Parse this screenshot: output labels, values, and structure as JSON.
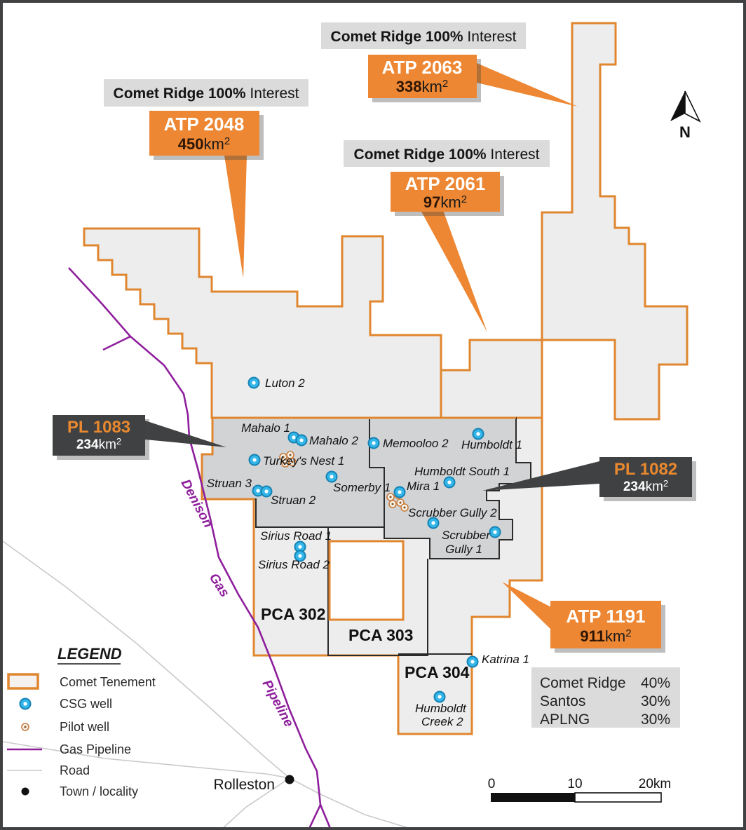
{
  "callouts": {
    "interest_west": {
      "bold": "Comet Ridge 100%",
      "normal": " Interest"
    },
    "interest_top": {
      "bold": "Comet Ridge 100%",
      "normal": " Interest"
    },
    "interest_mid": {
      "bold": "Comet Ridge 100%",
      "normal": " Interest"
    },
    "atp2048": {
      "title": "ATP 2048",
      "area": "450",
      "unit": "km",
      "sup": "2"
    },
    "atp2063": {
      "title": "ATP 2063",
      "area": "338",
      "unit": "km",
      "sup": "2"
    },
    "atp2061": {
      "title": "ATP 2061",
      "area": "97",
      "unit": "km",
      "sup": "2"
    },
    "atp1191": {
      "title": "ATP 1191",
      "area": "911",
      "unit": "km",
      "sup": "2"
    },
    "pl1083": {
      "title": "PL 1083",
      "area": "234",
      "unit": "km",
      "sup": "2"
    },
    "pl1082": {
      "title": "PL 1082",
      "area": "234",
      "unit": "km",
      "sup": "2"
    }
  },
  "wells": {
    "luton2": "Luton 2",
    "mahalo1": "Mahalo 1",
    "mahalo2": "Mahalo 2",
    "turkeys_nest1": "Turkey's Nest 1",
    "struan3": "Struan 3",
    "struan2": "Struan 2",
    "somerby1": "Somerby 1",
    "memooloo2": "Memooloo 2",
    "humboldt1": "Humboldt 1",
    "humboldt_south1": "Humboldt South 1",
    "mira1": "Mira 1",
    "scrubber_gully2": "Scrubber Gully 2",
    "scrubber_gully1_line1": "Scrubber",
    "scrubber_gully1_line2": "Gully 1",
    "sirius_road1": "Sirius Road 1",
    "sirius_road2": "Sirius Road 2",
    "katrina1": "Katrina 1",
    "humboldt_creek2_line1": "Humboldt",
    "humboldt_creek2_line2": "Creek 2"
  },
  "areas": {
    "pca302": "PCA 302",
    "pca303": "PCA 303",
    "pca304": "PCA 304"
  },
  "pipeline_label": {
    "word1": "Denison",
    "word2": "Gas",
    "word3": "Pipeline"
  },
  "town": {
    "rolleston": "Rolleston"
  },
  "legend": {
    "title": "LEGEND",
    "items": [
      {
        "label": "Comet Tenement"
      },
      {
        "label": "CSG well"
      },
      {
        "label": "Pilot well"
      },
      {
        "label": "Gas Pipeline"
      },
      {
        "label": "Road"
      },
      {
        "label": "Town / locality"
      }
    ]
  },
  "ownership": {
    "rows": [
      {
        "name": "Comet Ridge",
        "pct": "40%"
      },
      {
        "name": "Santos",
        "pct": "30%"
      },
      {
        "name": "APLNG",
        "pct": "30%"
      }
    ]
  },
  "scalebar": {
    "t0": "0",
    "t10": "10",
    "t20": "20km"
  },
  "compass": {
    "label": "N"
  },
  "colors": {
    "orange": "#E0862F",
    "callout_orange": "#ED8733",
    "dark_box": "#3F4142",
    "tenement_fill": "#EDEDED",
    "pl_fill": "#D2D3D5",
    "well_blue": "#35B6E8",
    "pipeline_purple": "#8E1F9C"
  }
}
